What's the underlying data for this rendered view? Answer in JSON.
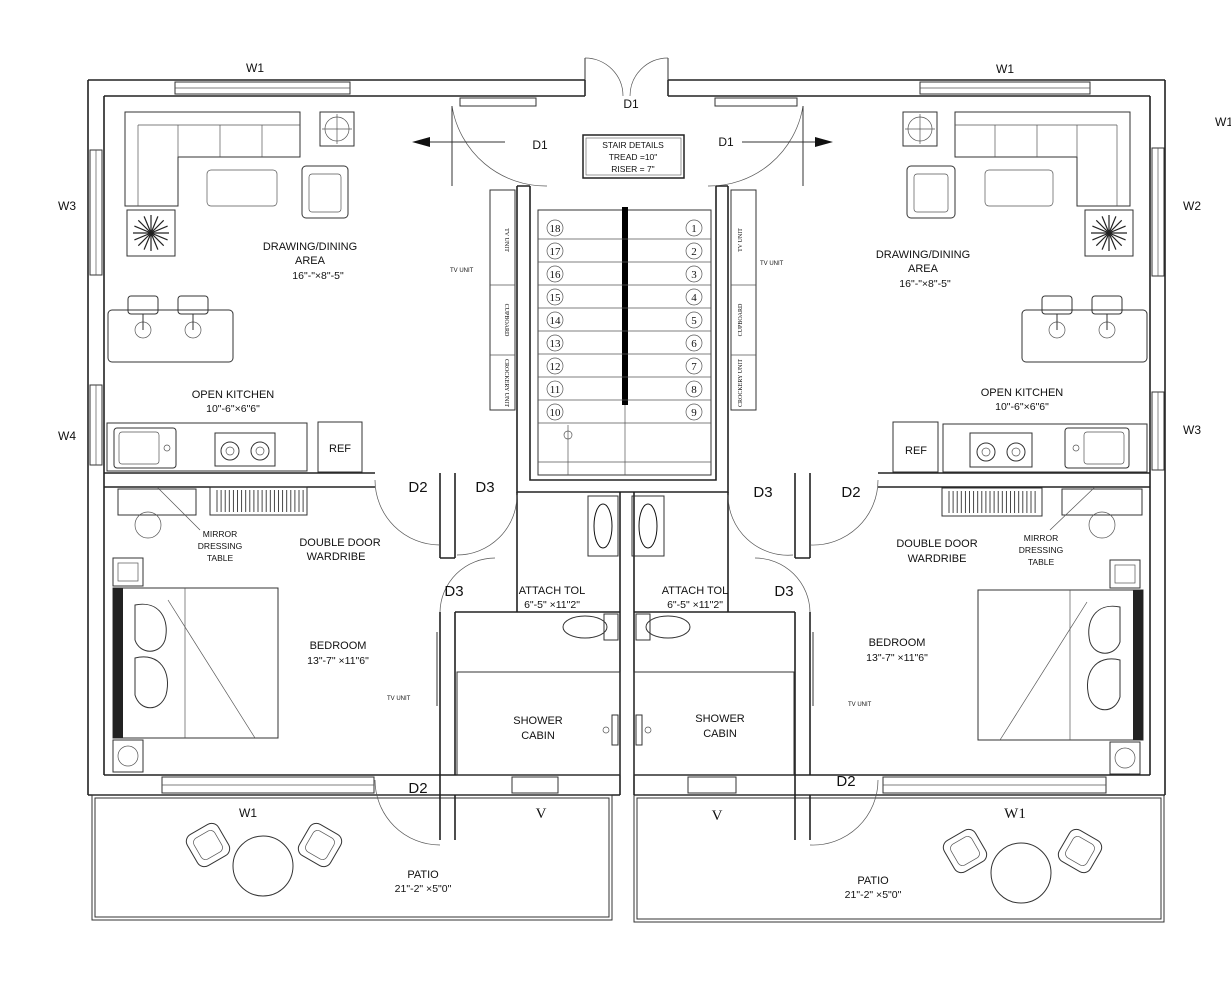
{
  "doors": {
    "d1_top": "D1",
    "d1_left": "D1",
    "d1_right": "D1",
    "d2_left_upper": "D2",
    "d3_left_upper": "D3",
    "d3_right_upper": "D3",
    "d2_right_upper": "D2",
    "d3_left_lower": "D3",
    "d3_right_lower": "D3",
    "d2_left_lower": "D2",
    "d2_right_lower": "D2"
  },
  "windows": {
    "w1_top_left": "W1",
    "w1_top_right": "W1",
    "w1_far_right": "W1",
    "w3_left": "W3",
    "w2_right": "W2",
    "w4_left": "W4",
    "w3_right": "W3",
    "w1_patio_left": "W1",
    "w1_patio_right": "W1",
    "v_left": "V",
    "v_right": "V"
  },
  "stair_details": {
    "title": "STAIR DETAILS",
    "tread": "TREAD =10\"",
    "riser": "RISER = 7\""
  },
  "stair_steps_left": [
    "18",
    "17",
    "16",
    "15",
    "14",
    "13",
    "12",
    "11",
    "10"
  ],
  "stair_steps_right": [
    "1",
    "2",
    "3",
    "4",
    "5",
    "6",
    "7",
    "8",
    "9"
  ],
  "rooms": {
    "dining_left_name": "DRAWING/DINING",
    "dining_left_name2": "AREA",
    "dining_left_dim": "16\"-\"×8\"-5\"",
    "dining_right_name": "DRAWING/DINING",
    "dining_right_name2": "AREA",
    "dining_right_dim": "16\"-\"×8\"-5\"",
    "kitchen_left_name": "OPEN KITCHEN",
    "kitchen_left_dim": "10\"-6\"×6\"6\"",
    "kitchen_right_name": "OPEN KITCHEN",
    "kitchen_right_dim": "10\"-6\"×6\"6\"",
    "ref_left": "REF",
    "ref_right": "REF",
    "mirror_left_1": "MIRROR",
    "mirror_left_2": "DRESSING",
    "mirror_left_3": "TABLE",
    "mirror_right_1": "MIRROR",
    "mirror_right_2": "DRESSING",
    "mirror_right_3": "TABLE",
    "wardrobe_left_1": "DOUBLE DOOR",
    "wardrobe_left_2": "WARDRIBE",
    "wardrobe_right_1": "DOUBLE DOOR",
    "wardrobe_right_2": "WARDRIBE",
    "bedroom_left_name": "BEDROOM",
    "bedroom_left_dim": "13\"-7\" ×11\"6\"",
    "bedroom_right_name": "BEDROOM",
    "bedroom_right_dim": "13\"-7\" ×11\"6\"",
    "toilet_left_name": "ATTACH TOL",
    "toilet_left_dim": "6\"-5\" ×11\"2\"",
    "toilet_right_name": "ATTACH TOL",
    "toilet_right_dim": "6\"-5\" ×11\"2\"",
    "shower_left_1": "SHOWER",
    "shower_left_2": "CABIN",
    "shower_right_1": "SHOWER",
    "shower_right_2": "CABIN",
    "patio_left_name": "PATIO",
    "patio_left_dim": "21\"-2\" ×5\"0\"",
    "patio_right_name": "PATIO",
    "patio_right_dim": "21\"-2\" ×5\"0\""
  },
  "units": {
    "tv_unit_stair_left": "TV UNIT",
    "tv_unit_stair_right": "TV UNIT",
    "tv_unit_small_left": "TV UNIT",
    "tv_unit_small_right": "TV UNIT",
    "tv_unit_bed_left": "TV UNIT",
    "tv_unit_bed_right": "TV UNIT",
    "cupboard_left": "CUPBOARD",
    "cupboard_right": "CUPBOARD",
    "crockery_left": "CROCKERY UNIT",
    "crockery_right": "CROCKERY UNIT"
  }
}
